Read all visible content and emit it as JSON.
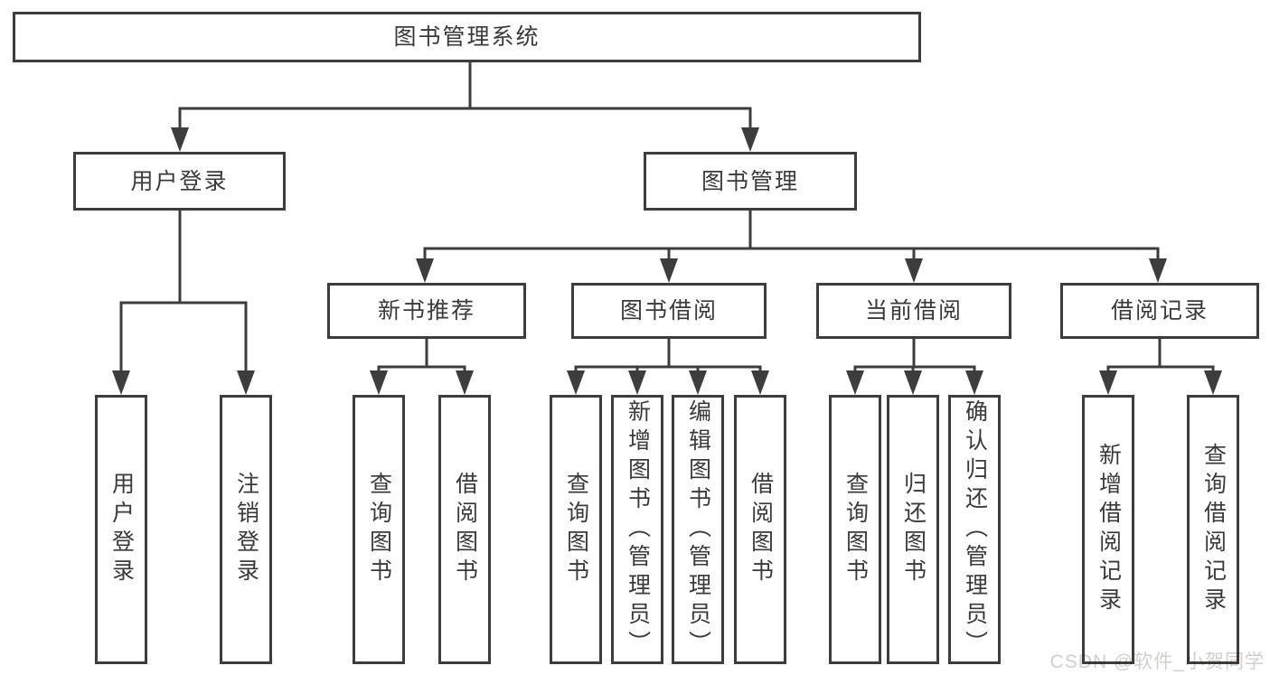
{
  "tree": {
    "label": "图书管理系统",
    "children": [
      {
        "label": "用户登录",
        "children": [
          {
            "label": "用户登录"
          },
          {
            "label": "注销登录"
          }
        ]
      },
      {
        "label": "图书管理",
        "children": [
          {
            "label": "新书推荐",
            "children": [
              {
                "label": "查询图书"
              },
              {
                "label": "借阅图书"
              }
            ]
          },
          {
            "label": "图书借阅",
            "children": [
              {
                "label": "查询图书"
              },
              {
                "label": "新增图书（管理员）"
              },
              {
                "label": "编辑图书（管理员）"
              },
              {
                "label": "借阅图书"
              }
            ]
          },
          {
            "label": "当前借阅",
            "children": [
              {
                "label": "查询图书"
              },
              {
                "label": "归还图书"
              },
              {
                "label": "确认归还（管理员）"
              }
            ]
          },
          {
            "label": "借阅记录",
            "children": [
              {
                "label": "新增借阅记录"
              },
              {
                "label": "查询借阅记录"
              }
            ]
          }
        ]
      }
    ]
  },
  "watermark": {
    "text": "CSDN @软件_小贺同学"
  },
  "colors": {
    "line": "#3d3d3d",
    "text": "#3a3a3a",
    "watermark": "#d2cfcb",
    "background": "#ffffff"
  }
}
